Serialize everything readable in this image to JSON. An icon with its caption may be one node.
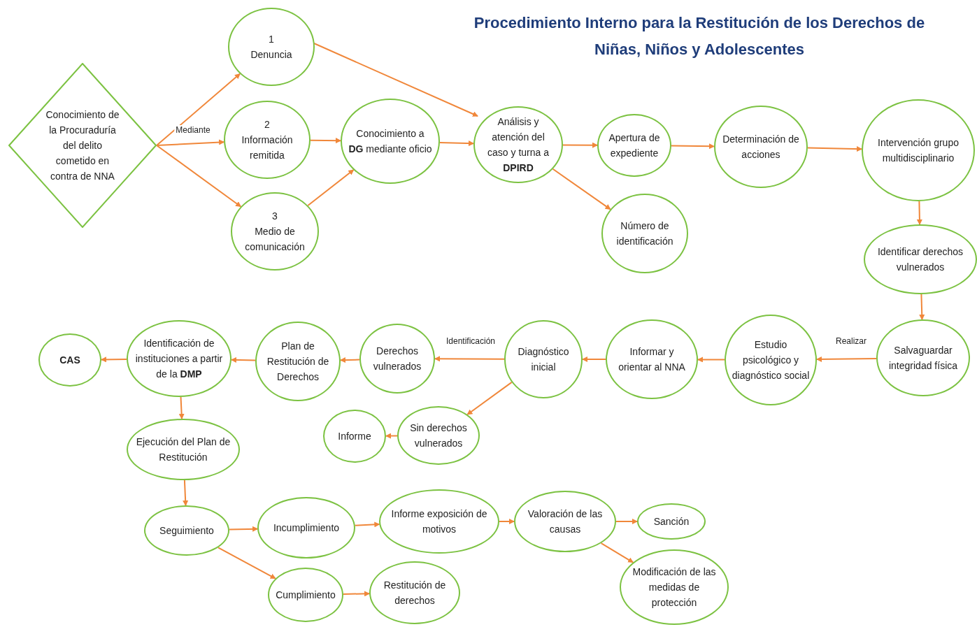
{
  "diagram": {
    "title": "Procedimiento Interno para la Restitución de los Derechos de Niñas, Niños y Adolescentes",
    "nodes": [
      {
        "text": [
          "Conocimiento de la Procuraduría del delito cometido en contra de NNA"
        ]
      },
      {
        "text": [
          "1",
          "Denuncia"
        ]
      },
      {
        "text": [
          "2",
          "Información remitida"
        ]
      },
      {
        "text": [
          "3",
          "Medio de comunicación"
        ]
      },
      {
        "text": [
          "Conocimiento a **DG** mediante oficio"
        ]
      },
      {
        "text": [
          "Análisis y atención del caso y turna a **DPIRD**"
        ]
      },
      {
        "text": [
          "Apertura de expediente"
        ]
      },
      {
        "text": [
          "Número de identificación"
        ]
      },
      {
        "text": [
          "Determinación de acciones"
        ]
      },
      {
        "text": [
          "Intervención grupo multidisciplinario"
        ]
      },
      {
        "text": [
          "Identificar derechos vulnerados"
        ]
      },
      {
        "text": [
          "Salvaguardar integridad física"
        ]
      },
      {
        "text": [
          "Estudio psicológico y diagnóstico social"
        ]
      },
      {
        "text": [
          "Informar y orientar al NNA"
        ]
      },
      {
        "text": [
          "Diagnóstico inicial"
        ]
      },
      {
        "text": [
          "Derechos vulnerados"
        ]
      },
      {
        "text": [
          "Sin derechos vulnerados"
        ]
      },
      {
        "text": [
          "Informe"
        ]
      },
      {
        "text": [
          "Plan de Restitución de Derechos"
        ]
      },
      {
        "text": [
          "Identificación de instituciones a partir de la **DMP**"
        ]
      },
      {
        "text": [
          "CAS"
        ]
      },
      {
        "text": [
          "Ejecución del Plan de Restitución"
        ]
      },
      {
        "text": [
          "Seguimiento"
        ]
      },
      {
        "text": [
          "Incumplimiento"
        ]
      },
      {
        "text": [
          "Informe exposición de motivos"
        ]
      },
      {
        "text": [
          "Valoración de las causas"
        ]
      },
      {
        "text": [
          "Sanción"
        ]
      },
      {
        "text": [
          "Modificación de las medidas de protección"
        ]
      },
      {
        "text": [
          "Cumplimiento"
        ]
      },
      {
        "text": [
          "Restitución de derechos"
        ]
      }
    ],
    "edges": [
      {
        "from": 0,
        "to": 1,
        "arrow": "to"
      },
      {
        "from": 0,
        "to": 2,
        "arrow": "to",
        "label": "Mediante"
      },
      {
        "from": 0,
        "to": 3,
        "arrow": "to"
      },
      {
        "from": 1,
        "to": 5,
        "arrow": "to"
      },
      {
        "from": 2,
        "to": 4,
        "arrow": "to"
      },
      {
        "from": 3,
        "to": 4,
        "arrow": "to"
      },
      {
        "from": 4,
        "to": 5,
        "arrow": "to"
      },
      {
        "from": 5,
        "to": 6,
        "arrow": "to"
      },
      {
        "from": 5,
        "to": 7,
        "arrow": "to"
      },
      {
        "from": 6,
        "to": 8,
        "arrow": "to"
      },
      {
        "from": 8,
        "to": 9,
        "arrow": "to"
      },
      {
        "from": 9,
        "to": 10,
        "arrow": "to"
      },
      {
        "from": 10,
        "to": 11,
        "arrow": "to"
      },
      {
        "from": 11,
        "to": 12,
        "arrow": "to",
        "label": "Realizar"
      },
      {
        "from": 12,
        "to": 13,
        "arrow": "to"
      },
      {
        "from": 13,
        "to": 14,
        "arrow": "to"
      },
      {
        "from": 14,
        "to": 15,
        "arrow": "to",
        "label": "Identificación"
      },
      {
        "from": 14,
        "to": 16,
        "arrow": "to"
      },
      {
        "from": 16,
        "to": 17,
        "arrow": "to"
      },
      {
        "from": 15,
        "to": 18,
        "arrow": "to"
      },
      {
        "from": 18,
        "to": 19,
        "arrow": "to"
      },
      {
        "from": 19,
        "to": 20,
        "arrow": "to"
      },
      {
        "from": 19,
        "to": 21,
        "arrow": "to"
      },
      {
        "from": 21,
        "to": 22,
        "arrow": "to"
      },
      {
        "from": 22,
        "to": 23,
        "arrow": "to"
      },
      {
        "from": 22,
        "to": 28,
        "arrow": "to"
      },
      {
        "from": 23,
        "to": 24,
        "arrow": "to"
      },
      {
        "from": 24,
        "to": 25,
        "arrow": "to"
      },
      {
        "from": 25,
        "to": 26,
        "arrow": "to"
      },
      {
        "from": 25,
        "to": 27,
        "arrow": "to"
      },
      {
        "from": 28,
        "to": 29,
        "arrow": "to"
      }
    ]
  }
}
